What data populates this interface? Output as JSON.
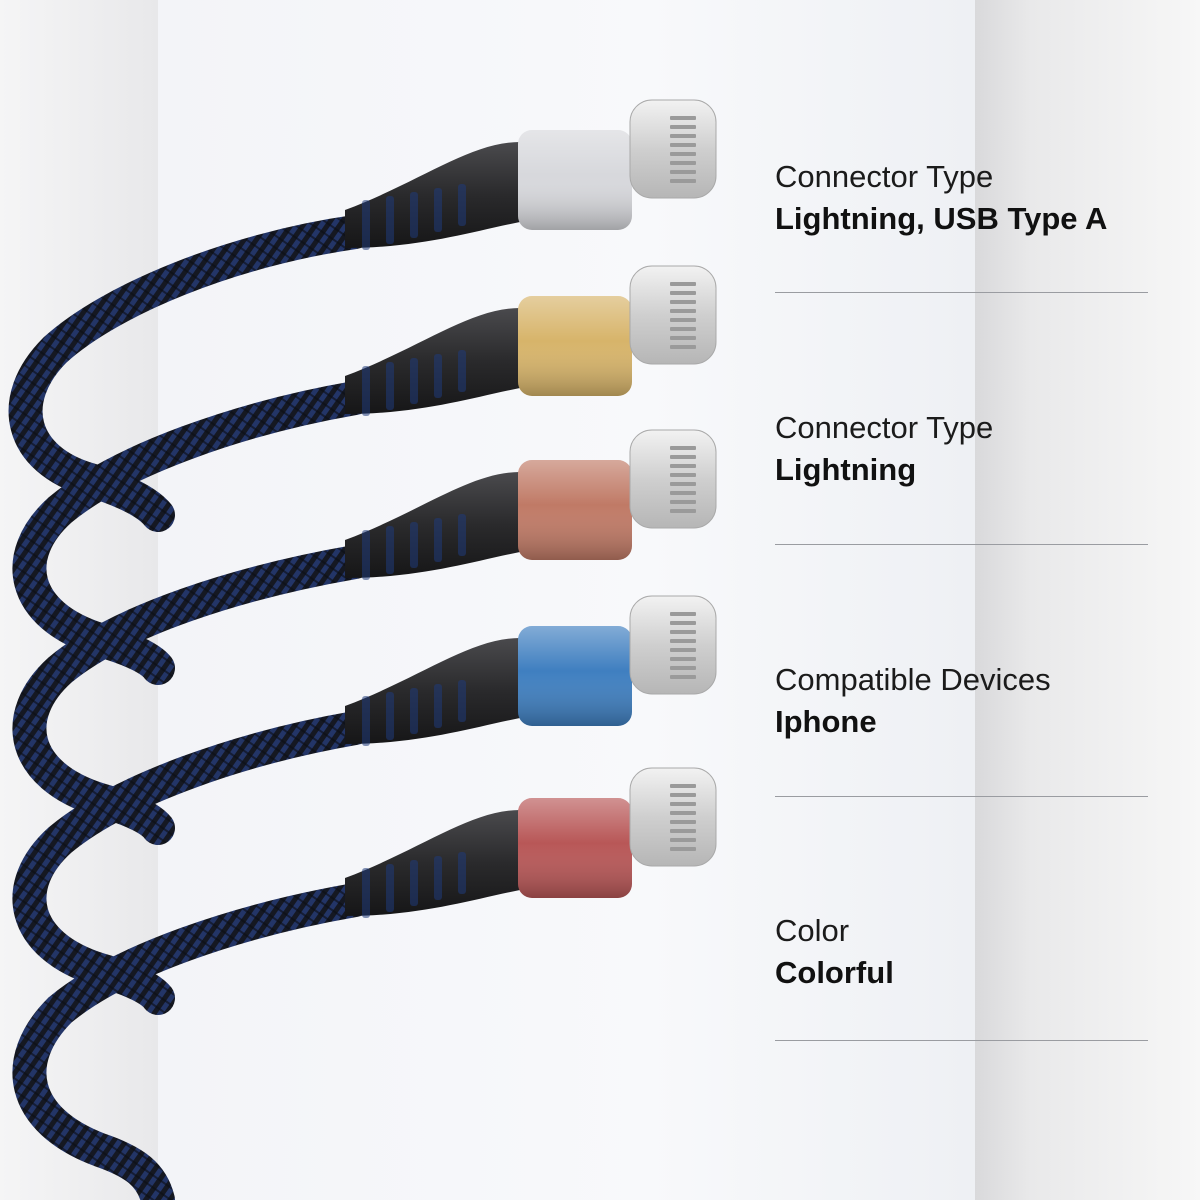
{
  "specs": [
    {
      "label": "Connector Type",
      "value": "Lightning, USB Type A"
    },
    {
      "label": "Connector Type",
      "value": "Lightning"
    },
    {
      "label": "Compatible Devices",
      "value": "Iphone"
    },
    {
      "label": "Color",
      "value": "Colorful"
    }
  ],
  "cables": [
    {
      "name": "silver",
      "color": "#d7d8dc"
    },
    {
      "name": "gold",
      "color": "#d7b46a"
    },
    {
      "name": "rose-copper",
      "color": "#c07a66"
    },
    {
      "name": "blue",
      "color": "#3f7fc0"
    },
    {
      "name": "red",
      "color": "#b85757"
    }
  ],
  "colors": {
    "braid": "#1c2130",
    "braid_blue": "#1f3a7a",
    "strain_relief": "#2a2a2c",
    "plug": "#dcdcdc",
    "pin": "#9a9a9a",
    "divider": "#9a9ca1"
  }
}
